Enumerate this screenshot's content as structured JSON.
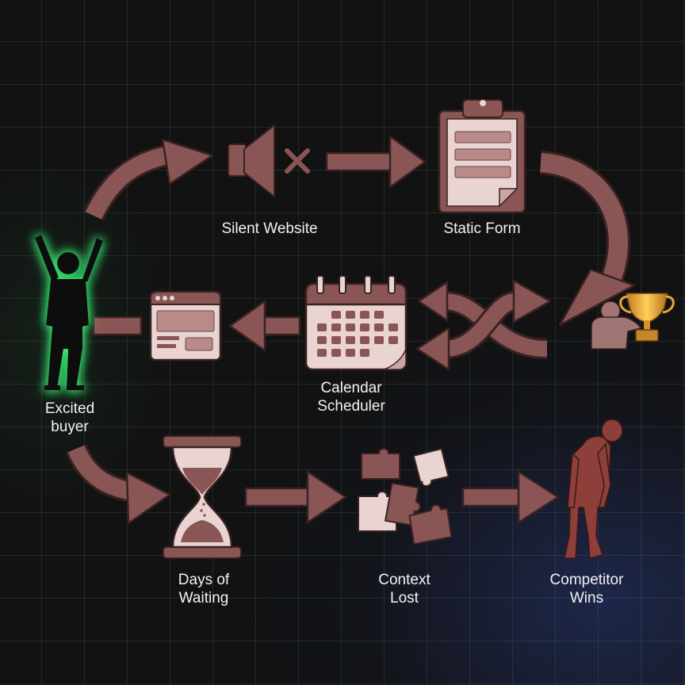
{
  "nodes": {
    "excited_buyer": "Excited\nbuyer",
    "silent_website": "Silent Website",
    "static_form": "Static Form",
    "calendar_scheduler": "Calendar\nScheduler",
    "days_of_waiting": "Days of\nWaiting",
    "context_lost": "Context\nLost",
    "competitor_wins": "Competitor\nWins"
  },
  "icons": {
    "buyer": "cheering-person-icon",
    "speaker": "muted-speaker-icon",
    "form": "clipboard-form-icon",
    "trophy": "person-with-trophy-icon",
    "shuffle": "crossing-arrows-icon",
    "calendar": "calendar-icon",
    "browser": "browser-window-icon",
    "hourglass": "hourglass-icon",
    "puzzle": "scattered-puzzle-pieces-icon",
    "defeated": "defeated-person-icon"
  },
  "colors": {
    "accent": "#8a5655",
    "accent_dark": "#4a2a2a",
    "light_fill": "#ead4d2",
    "glow": "#3cff7a",
    "trophy": "#e8a63a",
    "defeated": "#8e3f3a",
    "text": "#f2f2f2"
  }
}
